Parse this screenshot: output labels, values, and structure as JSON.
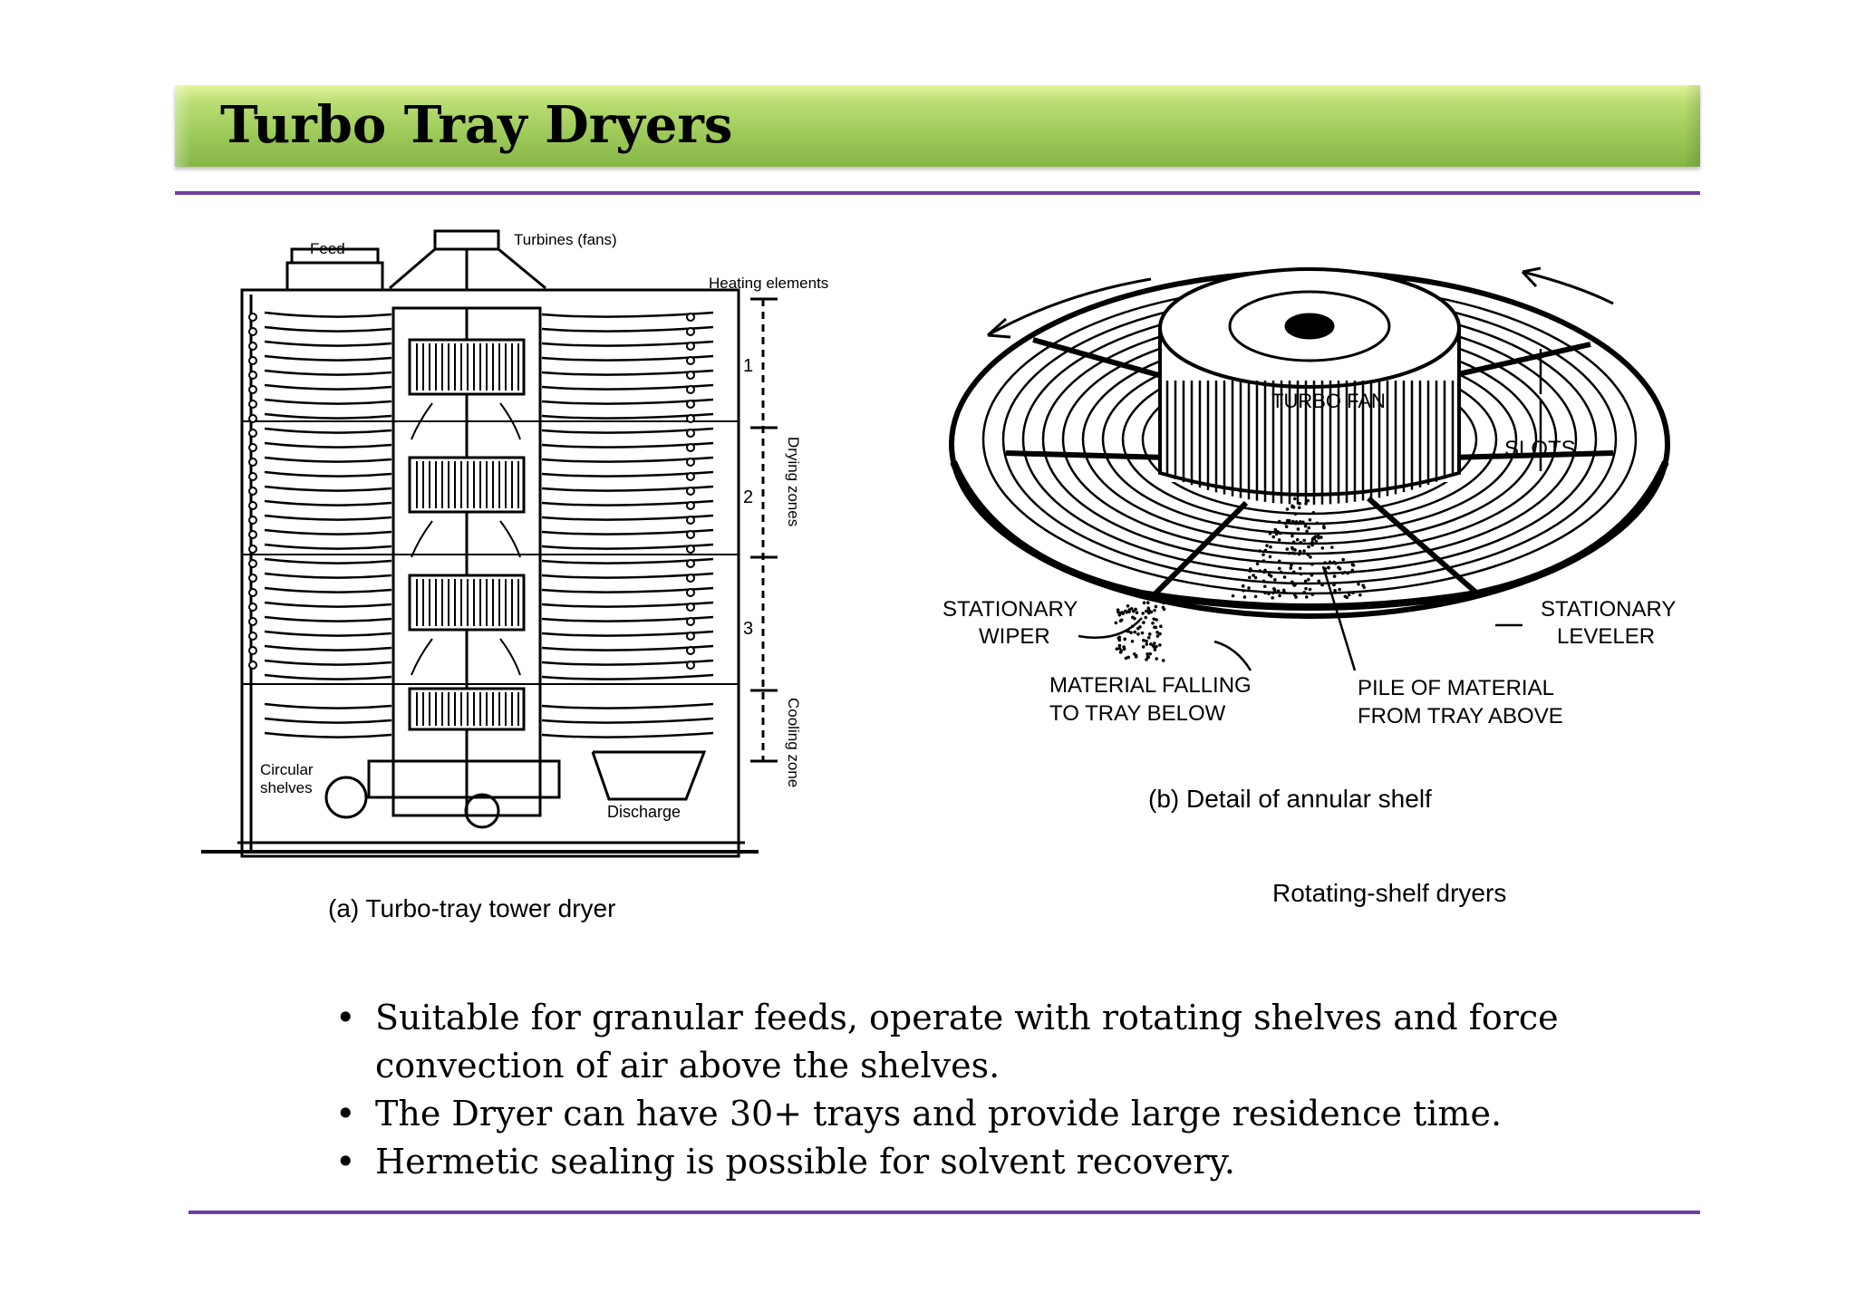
{
  "slide": {
    "title": "Turbo Tray Dryers",
    "accent_color": "#9dca59",
    "rule_color": "#6f3fa3"
  },
  "figure_a": {
    "caption": "(a)  Turbo-tray tower dryer",
    "labels": {
      "feed": "Feed",
      "turbines": "Turbines  (fans)",
      "heating": "Heating elements",
      "drying_zones": "Drying zones",
      "cooling_zone": "Cooling zone",
      "circular_shelves_1": "Circular",
      "circular_shelves_2": "shelves",
      "discharge": "Discharge",
      "zone_1": "1",
      "zone_2": "2",
      "zone_3": "3"
    }
  },
  "figure_b": {
    "caption": "(b)  Detail of annular shelf",
    "labels": {
      "turbo_fan": "TURBO FAN",
      "slots": "SLOTS",
      "wiper_1": "STATIONARY",
      "wiper_2": "WIPER",
      "leveler_1": "STATIONARY",
      "leveler_2": "LEVELER",
      "falling_1": "MATERIAL  FALLING",
      "falling_2": "TO TRAY BELOW",
      "pile_1": "PILE OF MATERIAL",
      "pile_2": "FROM TRAY ABOVE"
    }
  },
  "figure_caption": "Rotating-shelf dryers",
  "bullets": [
    "Suitable for granular feeds, operate with rotating shelves and force convection of air above the shelves.",
    "The Dryer can have 30+ trays and provide large residence time.",
    "Hermetic sealing is possible for solvent recovery."
  ]
}
